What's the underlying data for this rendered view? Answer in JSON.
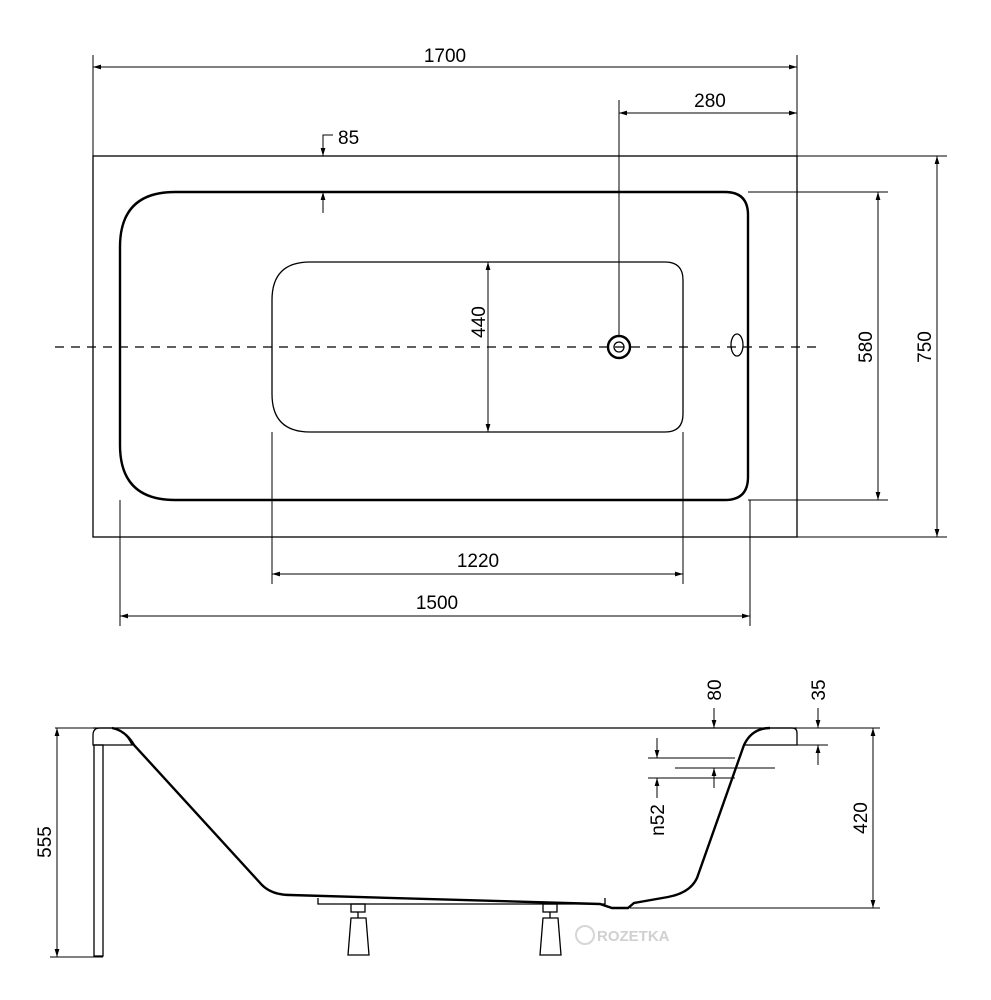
{
  "plan_view": {
    "dim_total_length": "1700",
    "dim_drain_offset": "280",
    "dim_rim_width": "85",
    "dim_floor_width": "440",
    "dim_inner_width": "580",
    "dim_total_width": "750",
    "dim_floor_length": "1220",
    "dim_inner_length": "1500"
  },
  "side_view": {
    "dim_total_height": "555",
    "dim_depth": "420",
    "dim_overflow_top": "80",
    "dim_rim_thickness": "35",
    "dim_overflow_size": "n52"
  },
  "watermark": "ROZETKA"
}
